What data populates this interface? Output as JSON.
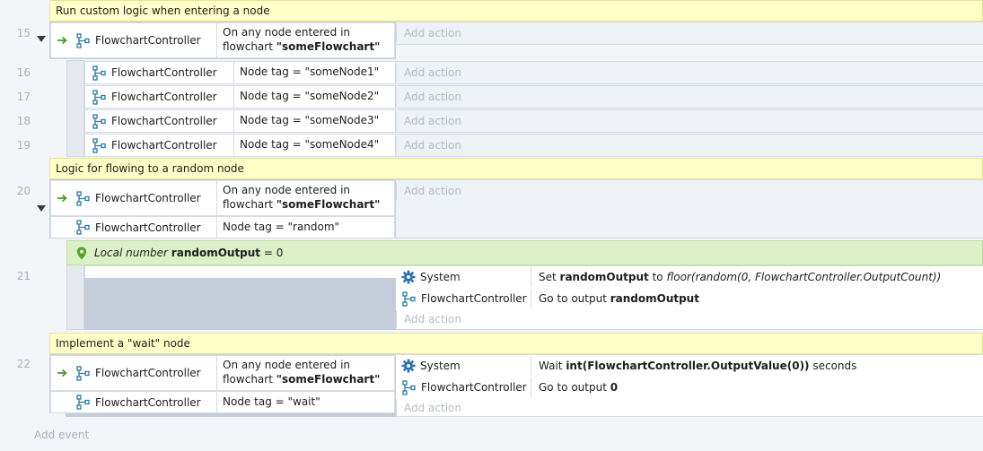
{
  "comments": {
    "c1": "Run custom logic when entering a node",
    "c2": "Logic for flowing to a random node",
    "c3": "Implement a \"wait\" node"
  },
  "line_numbers": [
    "15",
    "16",
    "17",
    "18",
    "19",
    "20",
    "21",
    "22"
  ],
  "object_name": "FlowchartController",
  "cond_enter_prefix": "On any node entered in",
  "cond_enter_mid": "flowchart ",
  "cond_enter_flowchart": "\"someFlowchart\"",
  "sub_events": [
    {
      "line": "16",
      "condition": "Node tag = \"someNode1\""
    },
    {
      "line": "17",
      "condition": "Node tag = \"someNode2\""
    },
    {
      "line": "18",
      "condition": "Node tag = \"someNode3\""
    },
    {
      "line": "19",
      "condition": "Node tag = \"someNode4\""
    }
  ],
  "random_tag": "Node tag = \"random\"",
  "wait_tag": "Node tag = \"wait\"",
  "add_action": "Add action",
  "add_event": "Add event",
  "local_var": {
    "kind": "Local number",
    "name": "randomOutput",
    "value": "= 0"
  },
  "actions21": [
    {
      "object": "System",
      "pre": "Set ",
      "bold": "randomOutput",
      "mid": " to ",
      "italic": "floor(random(0, FlowchartController.OutputCount))"
    },
    {
      "object": "FlowchartController",
      "pre": "Go to output ",
      "bold": "randomOutput"
    }
  ],
  "actions22": [
    {
      "object": "System",
      "pre": "Wait ",
      "bold": "int(FlowchartController.OutputValue(0))",
      "post": " seconds"
    },
    {
      "object": "FlowchartController",
      "pre": "Go to output ",
      "bold": "0"
    }
  ],
  "colors": {
    "comment_bg": "#ffffc8",
    "local_bg": "#dcf0c8",
    "trigger_arrow": "#4c9a2a",
    "gear": "#2b6cb0",
    "flowchart_icon": "#2c7a9c"
  },
  "icons": {
    "trigger": "trigger-arrow-icon",
    "object": "flowchart-icon",
    "system": "gear-icon",
    "local": "map-pin-icon",
    "collapse": "collapse-triangle-icon"
  }
}
